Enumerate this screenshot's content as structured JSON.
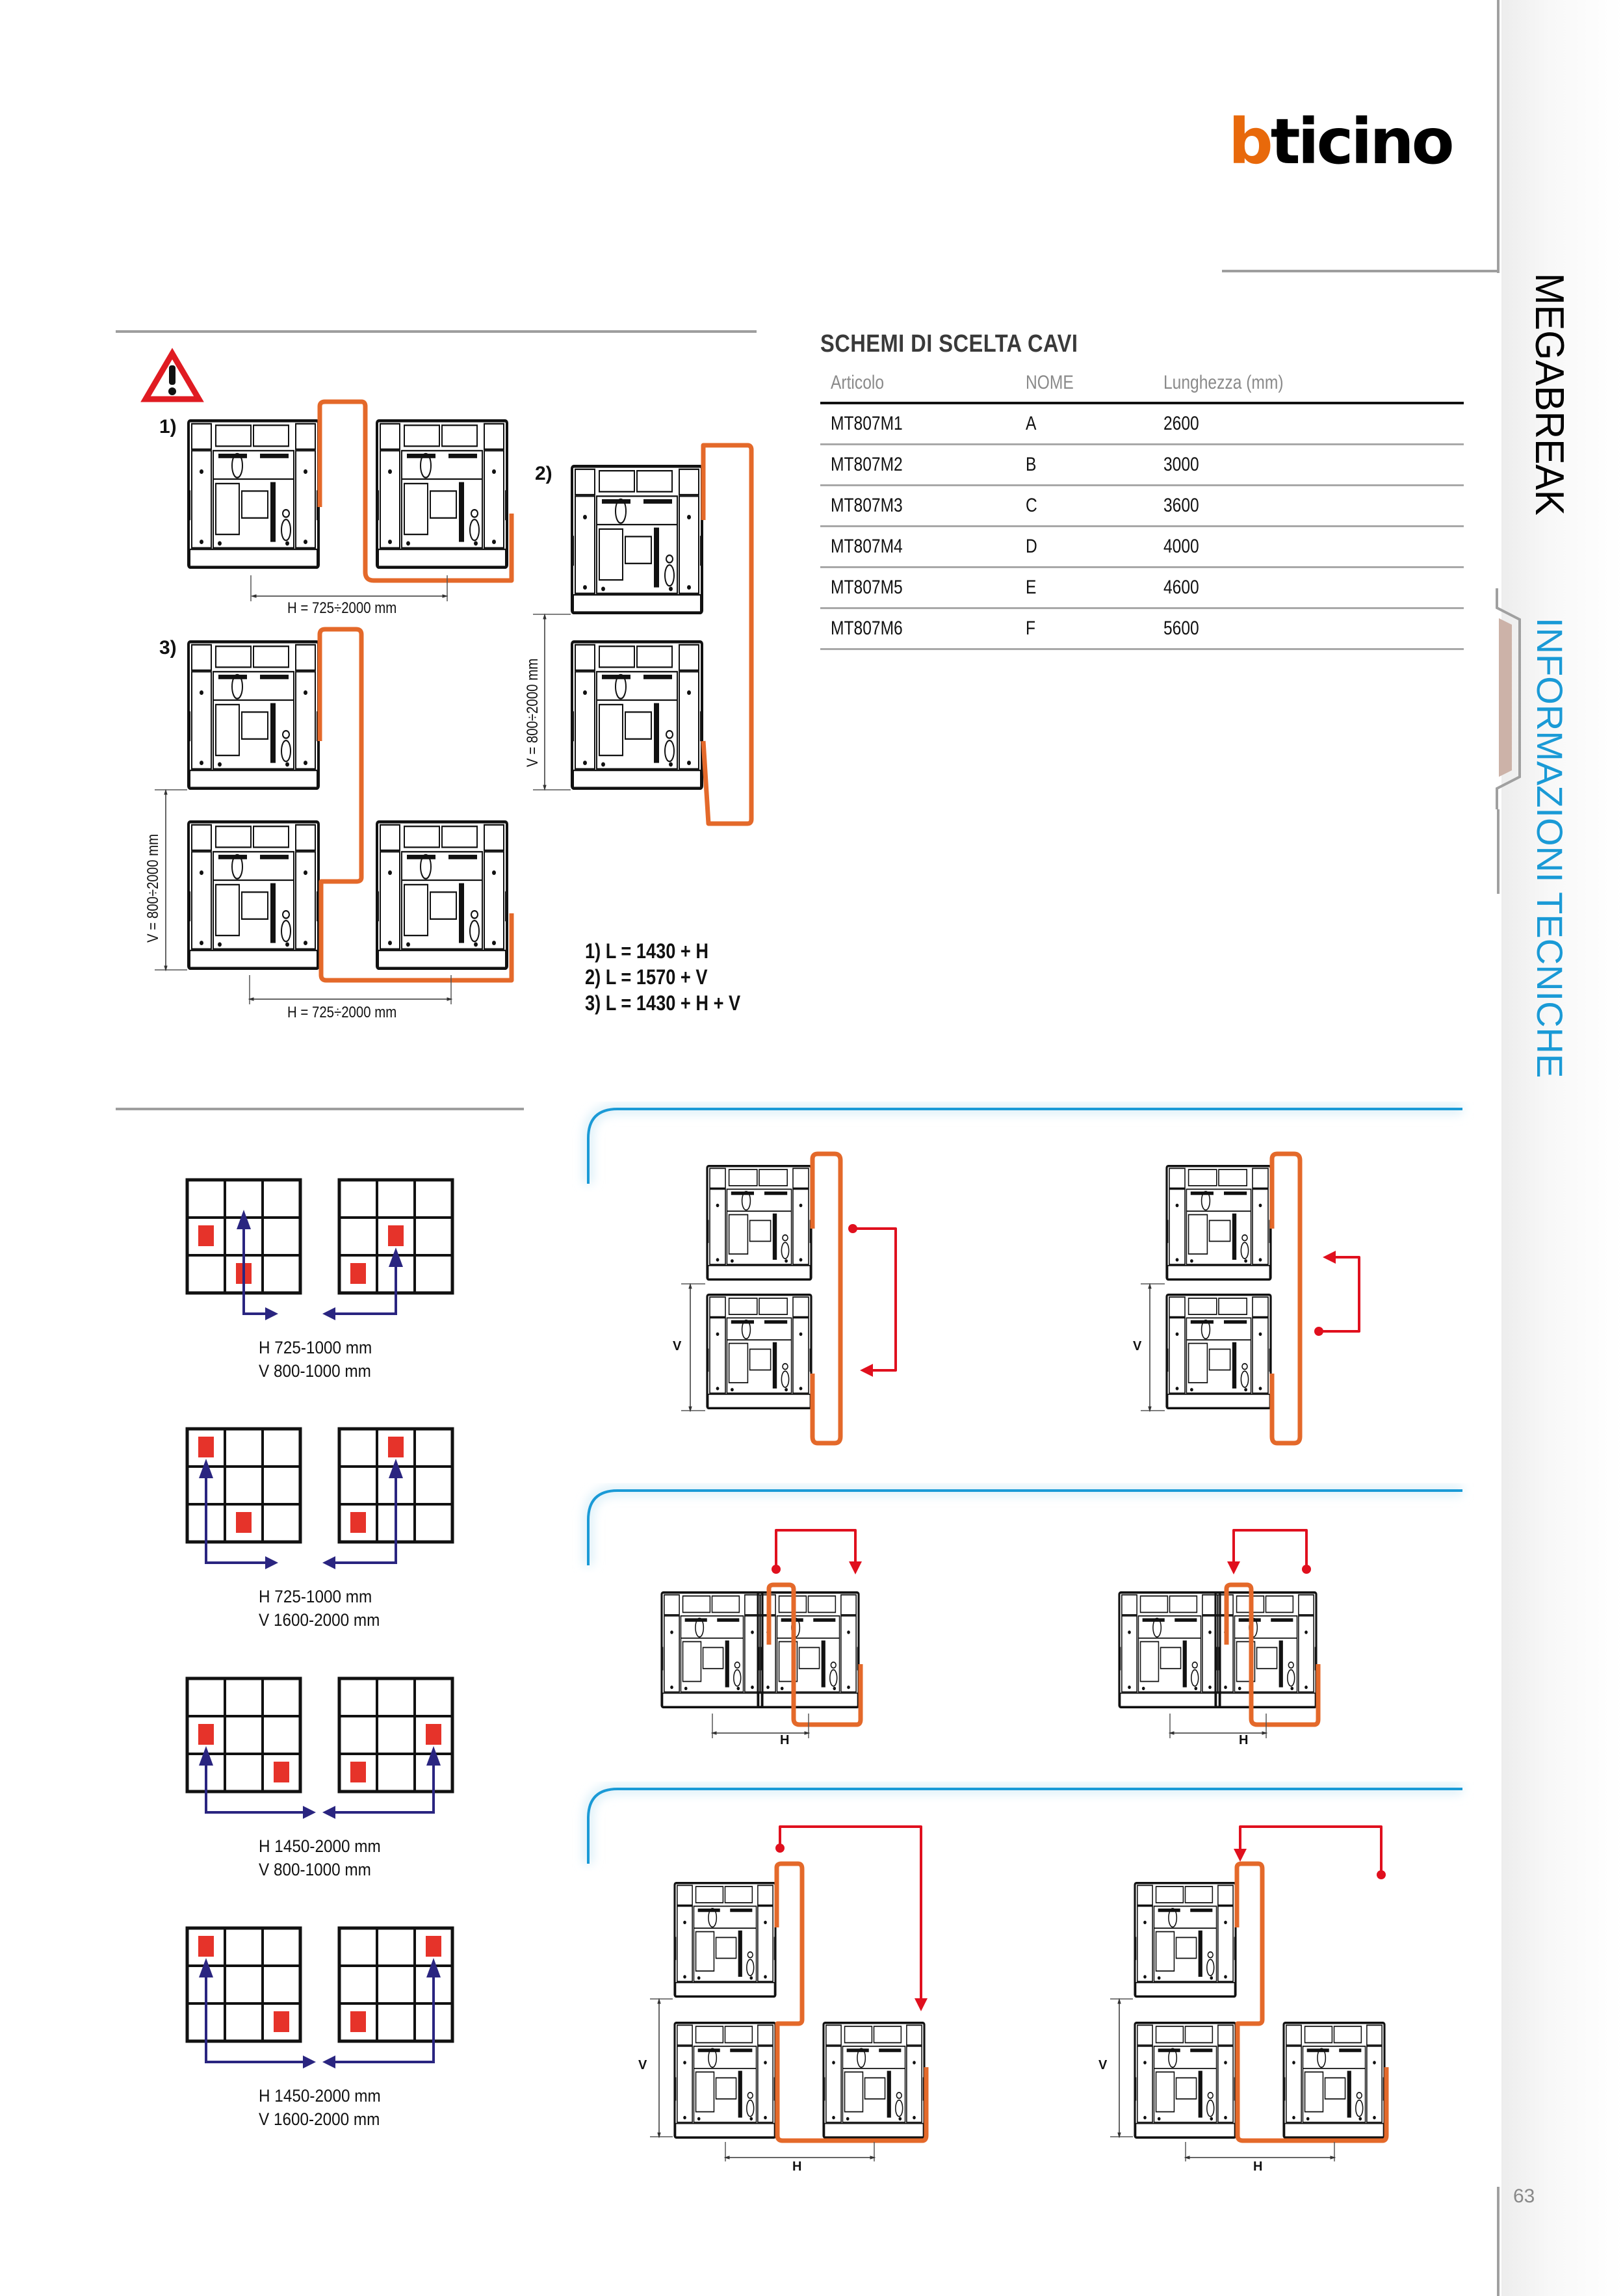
{
  "brand": {
    "logo_first": "b",
    "logo_rest": "ticino",
    "accent_color": "#e8690b"
  },
  "sidebar": {
    "product": "MEGABREAK",
    "section": "INFORMAZIONI TECNICHE",
    "section_color": "#1a9ad6",
    "page_number": "63"
  },
  "table": {
    "title": "SCHEMI  DI SCELTA CAVI",
    "headers": [
      "Articolo",
      "NOME",
      "Lunghezza (mm)"
    ],
    "rows": [
      [
        "MT807M1",
        "A",
        "2600"
      ],
      [
        "MT807M2",
        "B",
        "3000"
      ],
      [
        "MT807M3",
        "C",
        "3600"
      ],
      [
        "MT807M4",
        "D",
        "4000"
      ],
      [
        "MT807M5",
        "E",
        "4600"
      ],
      [
        "MT807M6",
        "F",
        "5600"
      ]
    ]
  },
  "schemes": {
    "warning_icon": "warning-triangle-icon",
    "labels": [
      "1)",
      "2)",
      "3)"
    ],
    "dim_h": "H = 725÷2000 mm",
    "dim_v": "V = 800÷2000 mm",
    "formulas": [
      "1) L = 1430 + H",
      "2) L = 1570 + V",
      "3) L = 1430 + H + V"
    ]
  },
  "grid_diagrams": [
    {
      "h": "H 725-1000 mm",
      "v": "V 800-1000 mm"
    },
    {
      "h": "H 725-1000 mm",
      "v": "V 1600-2000 mm"
    },
    {
      "h": "H 1450-2000 mm",
      "v": "V 800-1000 mm"
    },
    {
      "h": "H 1450-2000 mm",
      "v": "V 1600-2000 mm"
    }
  ],
  "routing": {
    "v_label": "V",
    "h_label": "H"
  },
  "colors": {
    "cable": "#e4692a",
    "route_arrow": "#e0101e",
    "grid_arrow": "#2a2580",
    "grid_cell": "#e6332a",
    "frame": "#1a9ad6"
  }
}
